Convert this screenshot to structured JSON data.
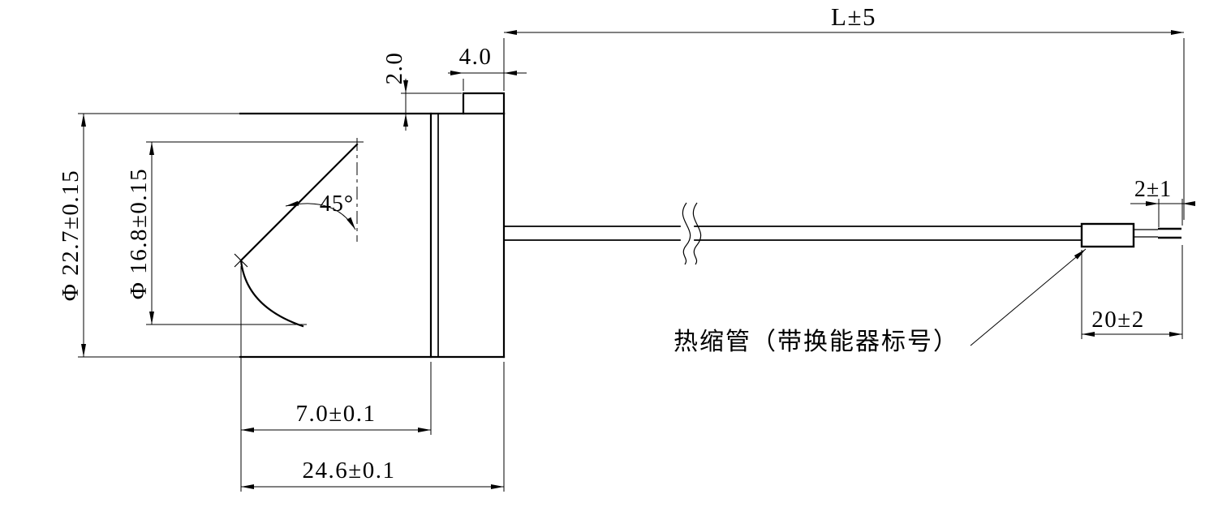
{
  "colors": {
    "line": "#000000",
    "background": "#ffffff"
  },
  "drawing": {
    "dimensions": {
      "outer_diameter": "Φ 22.7±0.15",
      "inner_diameter": "Φ 16.8±0.15",
      "cone_angle": "45°",
      "boss_height": "2.0",
      "boss_width": "4.0",
      "cable_length": "L±5",
      "wire_tip": "2±1",
      "strip_length": "20±2",
      "cone_depth": "7.0±0.1",
      "head_length": "24.6±0.1"
    },
    "annotations": {
      "heat_shrink_label": "热缩管（带换能器标号）"
    }
  }
}
